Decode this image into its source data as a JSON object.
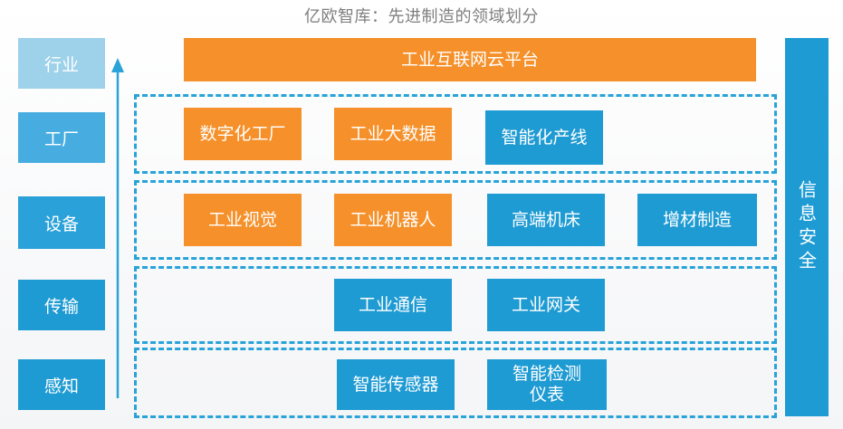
{
  "title": "亿欧智库：先进制造的领域划分",
  "levels": {
    "industry": "行业",
    "factory": "工厂",
    "equipment": "设备",
    "transmission": "传输",
    "perception": "感知"
  },
  "platform": "工业互联网云平台",
  "factory_row": [
    "数字化工厂",
    "工业大数据",
    "智能化产线"
  ],
  "equipment_row": [
    "工业视觉",
    "工业机器人",
    "高端机床",
    "增材制造"
  ],
  "transmission_row": [
    "工业通信",
    "工业网关"
  ],
  "perception_row": [
    "智能传感器",
    "智能检测\n仪表"
  ],
  "security": "信息安全",
  "colors": {
    "orange": "#f5902a",
    "blue": "#1f9bd3",
    "level_light": "#9dd2ea",
    "level_mid": "#47ade0",
    "dashed_border": "#29a3d8"
  }
}
